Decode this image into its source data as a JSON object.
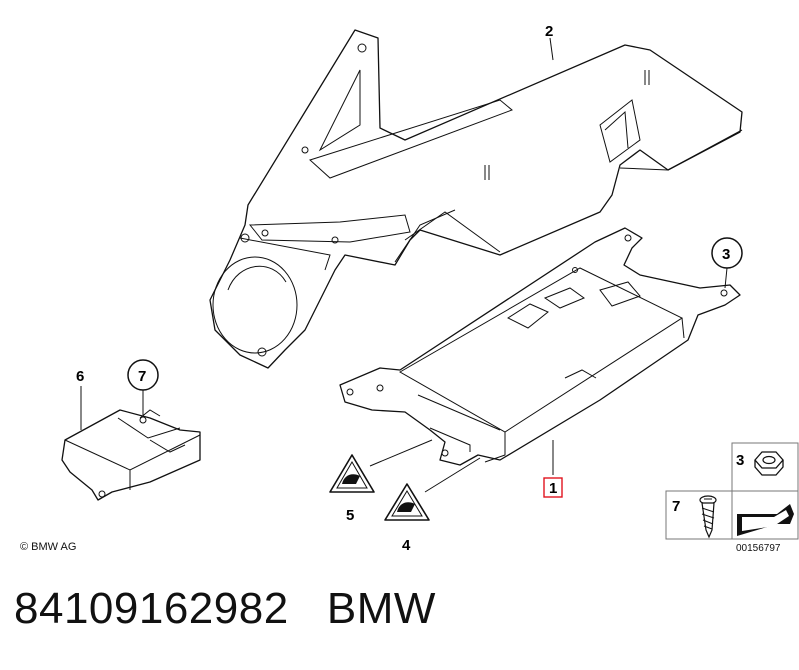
{
  "callouts": {
    "c1": "1",
    "c2": "2",
    "c3": "3",
    "c4": "4",
    "c5": "5",
    "c6": "6",
    "c7": "7",
    "legend3": "3",
    "legend7": "7"
  },
  "copyright": "© BMW AG",
  "diagram_ref": "00156797",
  "part_number": "84109162982",
  "brand": "BMW",
  "colors": {
    "highlight": "#e0141e",
    "line": "#111111"
  },
  "icons": [
    "warning-triangle-icon",
    "nut-icon",
    "screw-icon",
    "arrow-icon"
  ]
}
